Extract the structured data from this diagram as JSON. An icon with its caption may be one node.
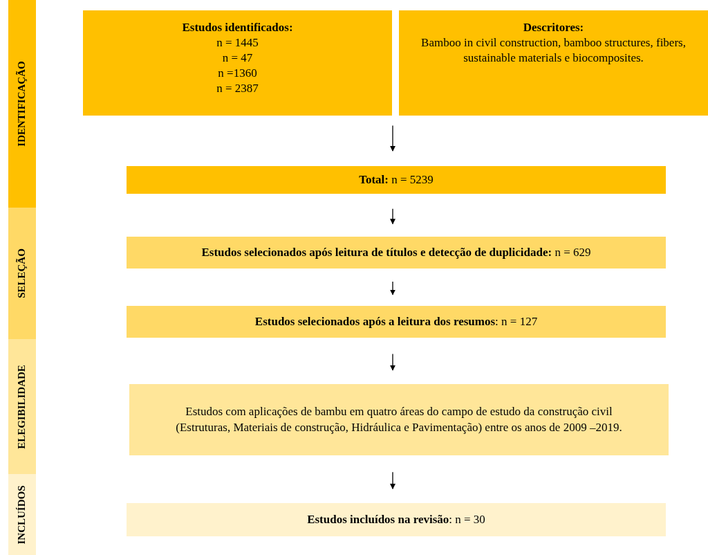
{
  "diagram": {
    "nodes": [
      {
        "text": [
          "IDENTIFICAÇÃO"
        ]
      },
      {
        "text": [
          "SELEÇÃO"
        ]
      },
      {
        "text": [
          "ELEGIBILIDADE"
        ]
      },
      {
        "text": [
          "INCLUÍDOS"
        ]
      },
      {
        "text": [
          "Estudos identificados:",
          "n = 1445",
          "n = 47",
          "n =1360",
          "n = 2387"
        ]
      },
      {
        "text": [
          "Descritores:",
          "Bamboo in civil construction, bamboo structures, fibers, sustainable materials e biocomposites."
        ]
      },
      {
        "text": [
          "**Total:** n =  5239"
        ]
      },
      {
        "text": [
          "**Estudos selecionados após leitura de títulos e detecção de duplicidade:** n =  629"
        ]
      },
      {
        "text": [
          "**Estudos selecionados após a leitura dos resumos**: n = 127"
        ]
      },
      {
        "text": [
          "Estudos com aplicações de bambu em quatro áreas do campo de estudo da construção civil (Estruturas, Materiais de construção, Hidráulica e Pavimentação) entre os anos de 2009 –2019."
        ]
      },
      {
        "text": [
          "**Estudos incluídos na revisão**: n =  30"
        ]
      }
    ],
    "edges": [
      {
        "from": null,
        "to": 6,
        "arrow": "to"
      },
      {
        "from": 6,
        "to": 7,
        "arrow": "to"
      },
      {
        "from": 7,
        "to": 8,
        "arrow": "to"
      },
      {
        "from": 8,
        "to": 9,
        "arrow": "to"
      },
      {
        "from": 9,
        "to": 10,
        "arrow": "to"
      }
    ]
  }
}
